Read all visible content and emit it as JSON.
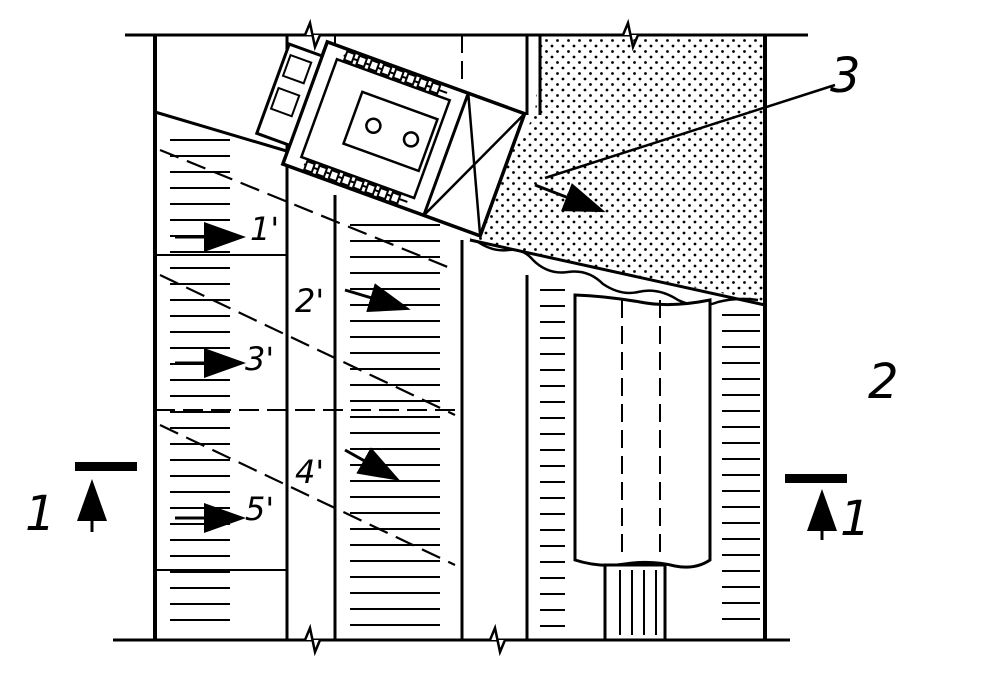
{
  "labels": {
    "flow_1": "1'",
    "flow_2": "2'",
    "flow_3": "3'",
    "flow_4": "4'",
    "flow_5": "5'",
    "callout_3": "3",
    "region_2": "2",
    "section_left_num": "1",
    "section_right_num": "1"
  },
  "colors": {
    "ink": "#000000",
    "paper": "#ffffff"
  },
  "icons": {
    "flow": "arrow-right-icon",
    "section": "section-cut-marker-icon"
  }
}
